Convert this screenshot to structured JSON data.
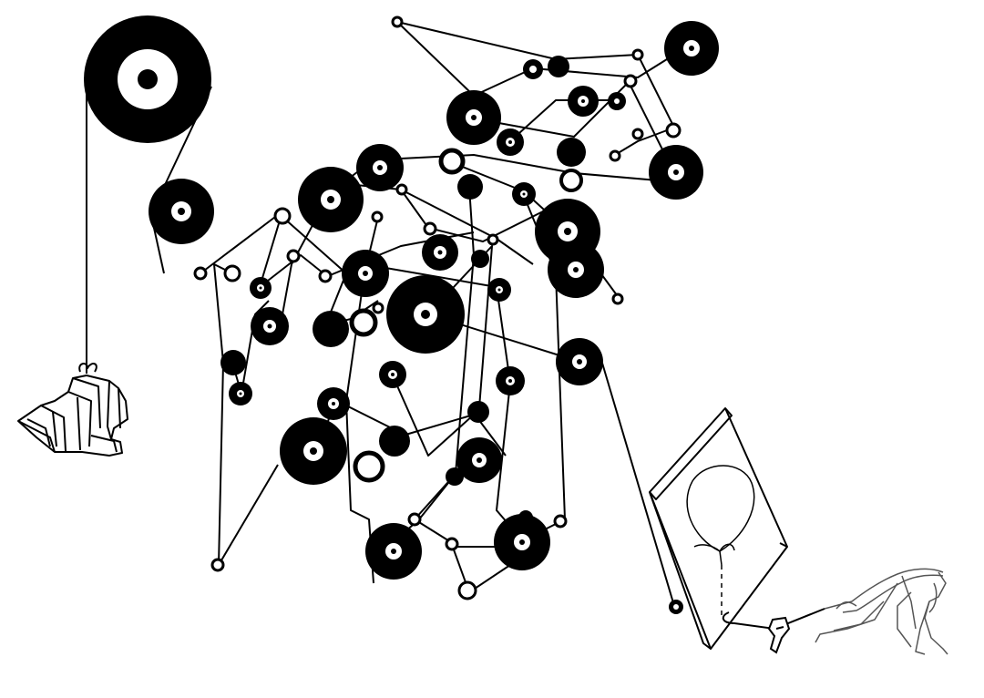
{
  "scene": {
    "background": "#ffffff",
    "ink": "#000000",
    "sketch_ink": "#555555",
    "objects": [
      "pulley-network",
      "large-drive-wheel",
      "weight-hook",
      "canvas-board",
      "balloon-drawing",
      "crouching-figure"
    ]
  }
}
